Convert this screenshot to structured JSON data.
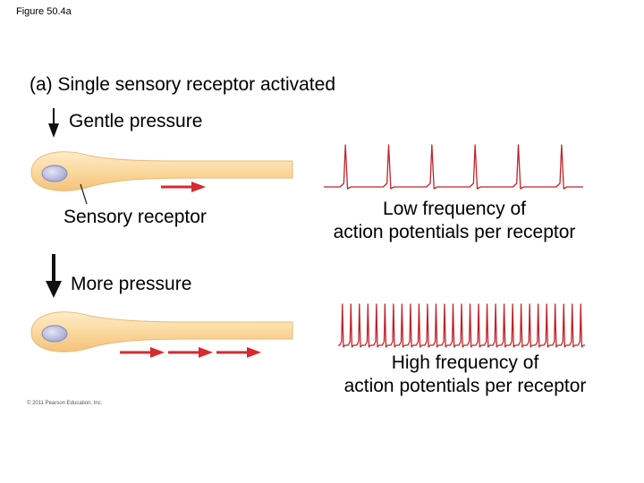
{
  "figure_label": "Figure 50.4a",
  "title": "(a) Single sensory receptor activated",
  "labels": {
    "gentle_pressure": "Gentle pressure",
    "sensory_receptor": "Sensory receptor",
    "more_pressure": "More pressure"
  },
  "captions": {
    "low_line1": "Low frequency of",
    "low_line2": "action potentials per receptor",
    "high_line1": "High frequency of",
    "high_line2": "action potentials per receptor"
  },
  "copyright": "© 2011 Pearson Education, Inc.",
  "colors": {
    "neuron_fill": "#fbe0ad",
    "neuron_edge": "#e8b870",
    "nucleus": "#b6b9dd",
    "signal": "#d42a30",
    "spike": "#c0232a",
    "baseline": "#555555"
  },
  "traces": {
    "low": {
      "spike_count": 6
    },
    "high": {
      "spike_count": 29
    }
  }
}
